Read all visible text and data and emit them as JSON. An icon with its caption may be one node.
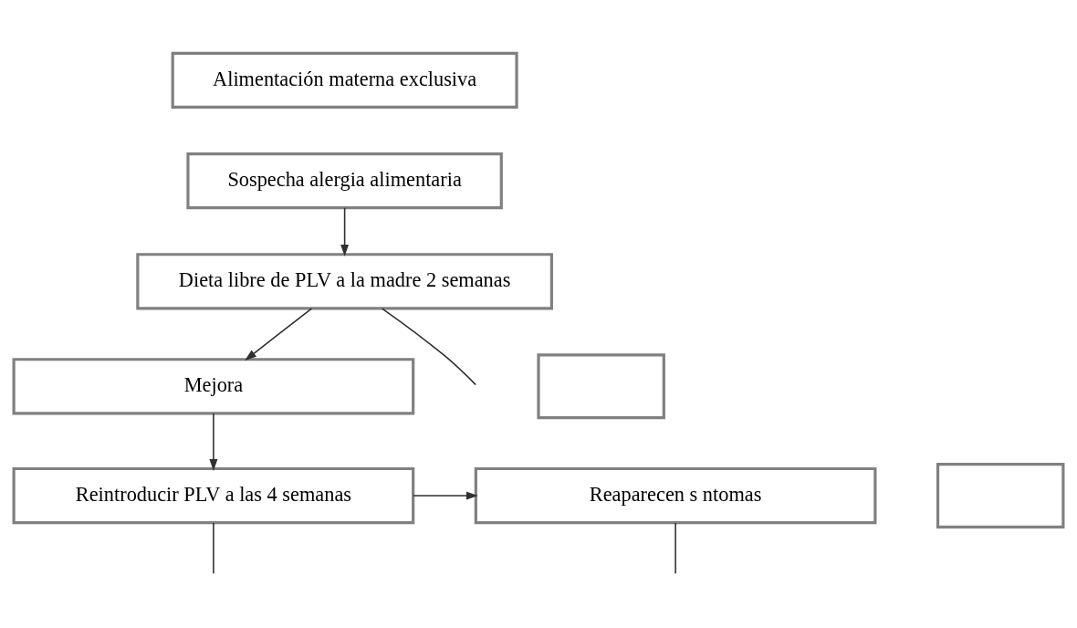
{
  "diagram": {
    "nodes": [
      {
        "text": [
          "Alimentación materna exclusiva"
        ]
      },
      {
        "text": [
          "Sospecha alergia alimentaria"
        ]
      },
      {
        "text": [
          "Dieta libre de PLV a la madre 2 semanas"
        ]
      },
      {
        "text": [
          "Mejora"
        ]
      },
      {
        "text": [],
        "shape": "box"
      },
      {
        "text": [
          "Reintroducir PLV a las 4 semanas"
        ]
      },
      {
        "text": [
          "Reaparecen s ntomas"
        ]
      },
      {
        "text": [],
        "shape": "box"
      }
    ],
    "edges": [
      {
        "from": 1,
        "to": 2,
        "arrow": "to"
      },
      {
        "from": 2,
        "to": 3,
        "arrow": "to"
      },
      {
        "from": 2,
        "to": null,
        "arrow": "none"
      },
      {
        "from": 3,
        "to": 5,
        "arrow": "to"
      },
      {
        "from": 5,
        "to": 6,
        "arrow": "to"
      },
      {
        "from": 5,
        "to": null,
        "arrow": "none"
      },
      {
        "from": 6,
        "to": null,
        "arrow": "none"
      }
    ]
  }
}
